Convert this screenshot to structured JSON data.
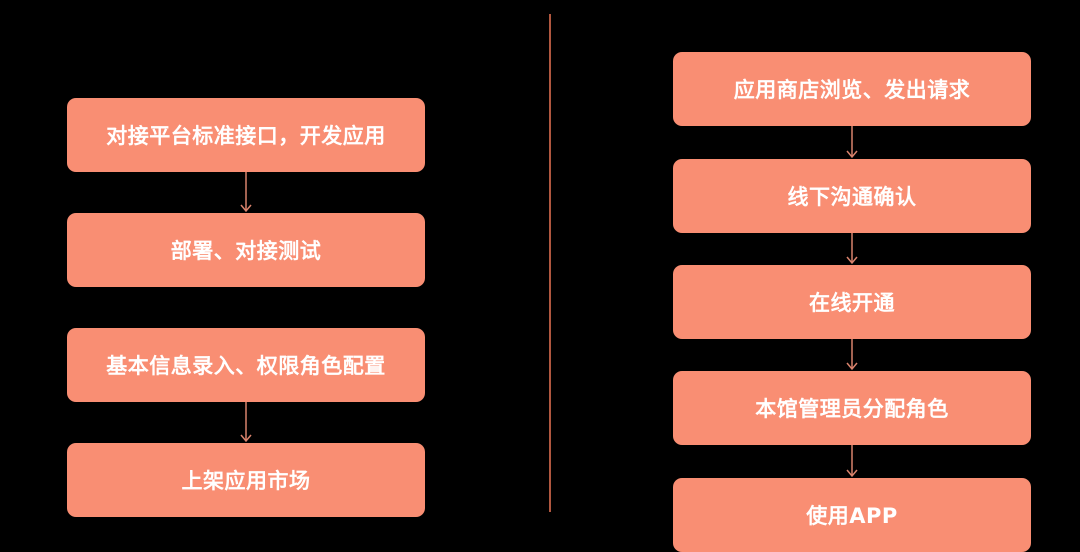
{
  "colors": {
    "background": "#000000",
    "box_fill": "#F98E73",
    "box_text": "#FFFFFF",
    "connector": "#D9826C",
    "divider": "#B0573F"
  },
  "left_flow": {
    "steps": [
      {
        "label": "对接平台标准接口，开发应用"
      },
      {
        "label": "部署、对接测试"
      },
      {
        "label": "基本信息录入、权限角色配置"
      },
      {
        "label": "上架应用市场"
      }
    ]
  },
  "right_flow": {
    "steps": [
      {
        "label": "应用商店浏览、发出请求"
      },
      {
        "label": "线下沟通确认"
      },
      {
        "label": "在线开通"
      },
      {
        "label": "本馆管理员分配角色"
      },
      {
        "label": "使用APP"
      }
    ]
  }
}
